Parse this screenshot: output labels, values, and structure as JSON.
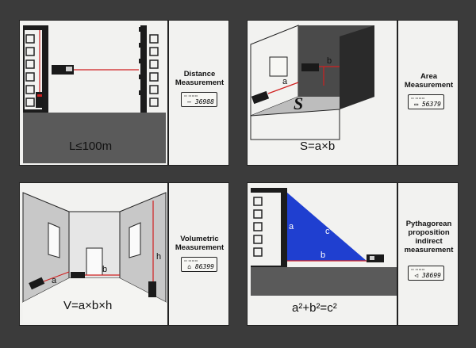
{
  "panels": [
    {
      "id": "distance",
      "title": "Distance Measurement",
      "title_lines": [
        "Distance",
        "Measurement"
      ],
      "lcd_top": "▭ ▭▭▭",
      "reading": "— 36988",
      "formula": "L≤100m"
    },
    {
      "id": "area",
      "title_lines": [
        "Area",
        "Measurement"
      ],
      "lcd_top": "▭ ▭▭▭",
      "reading": "▭ 56379",
      "formula": "S=a×b",
      "tags": {
        "a": "a",
        "b": "b",
        "s": "S"
      }
    },
    {
      "id": "volumetric",
      "title_lines": [
        "Volumetric",
        "Measurement"
      ],
      "lcd_top": "▭ ▭▭▭",
      "reading": "⌂ 86399",
      "formula": "V=a×b×h",
      "tags": {
        "a": "a",
        "b": "b",
        "h": "h"
      }
    },
    {
      "id": "pythagorean",
      "title_lines": [
        "Pythagorean",
        "proposition",
        "indirect",
        "measurement"
      ],
      "lcd_top": "▭ ▭▭▭",
      "reading": "◁ 38699",
      "formula_main": "a²+b²=c²",
      "tags": {
        "a": "a",
        "b": "b",
        "c": "c"
      }
    }
  ],
  "colors": {
    "background": "#3b3b3b",
    "card": "#f2f2f0",
    "floor": "#5a5a5a",
    "wall": "#cfcfcf",
    "laser": "#d02020",
    "triangle": "#1f3fd0"
  }
}
